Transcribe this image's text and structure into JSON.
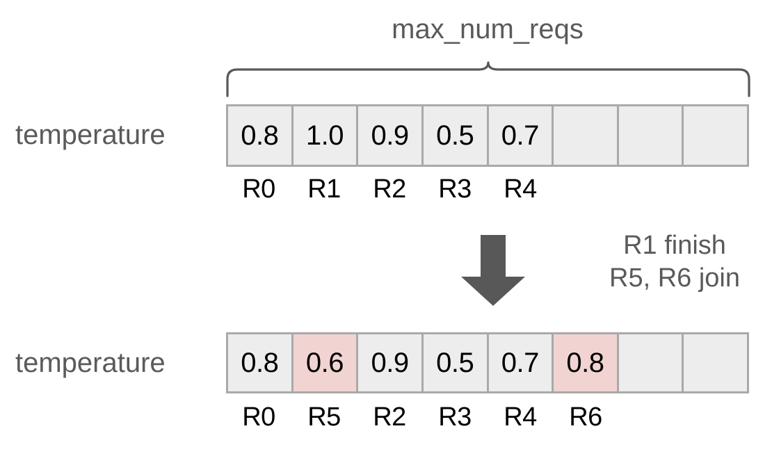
{
  "diagram": {
    "title": "max_num_reqs",
    "colors": {
      "cell_fill": "#ededed",
      "cell_highlight": "#f1d4d2",
      "cell_border": "#a9a9a9",
      "label_text": "#5a5a5a",
      "value_text": "#000000",
      "arrow": "#585858"
    },
    "brace": {
      "name": "max_num_reqs",
      "spans_cells": 8
    },
    "rows": [
      {
        "id": "before",
        "label": "temperature",
        "capacity": 8,
        "cells": [
          {
            "value": "0.8",
            "req": "R0",
            "highlight": false,
            "empty": false
          },
          {
            "value": "1.0",
            "req": "R1",
            "highlight": false,
            "empty": false
          },
          {
            "value": "0.9",
            "req": "R2",
            "highlight": false,
            "empty": false
          },
          {
            "value": "0.5",
            "req": "R3",
            "highlight": false,
            "empty": false
          },
          {
            "value": "0.7",
            "req": "R4",
            "highlight": false,
            "empty": false
          },
          {
            "value": "",
            "req": "",
            "highlight": false,
            "empty": true
          },
          {
            "value": "",
            "req": "",
            "highlight": false,
            "empty": true
          },
          {
            "value": "",
            "req": "",
            "highlight": false,
            "empty": true
          }
        ]
      },
      {
        "id": "after",
        "label": "temperature",
        "capacity": 8,
        "cells": [
          {
            "value": "0.8",
            "req": "R0",
            "highlight": false,
            "empty": false
          },
          {
            "value": "0.6",
            "req": "R5",
            "highlight": true,
            "empty": false
          },
          {
            "value": "0.9",
            "req": "R2",
            "highlight": false,
            "empty": false
          },
          {
            "value": "0.5",
            "req": "R3",
            "highlight": false,
            "empty": false
          },
          {
            "value": "0.7",
            "req": "R4",
            "highlight": false,
            "empty": false
          },
          {
            "value": "0.8",
            "req": "R6",
            "highlight": true,
            "empty": false
          },
          {
            "value": "",
            "req": "",
            "highlight": false,
            "empty": true
          },
          {
            "value": "",
            "req": "",
            "highlight": false,
            "empty": true
          }
        ]
      }
    ],
    "transition": {
      "arrow_direction": "down",
      "lines": [
        "R1 finish",
        "R5, R6 join"
      ]
    }
  }
}
